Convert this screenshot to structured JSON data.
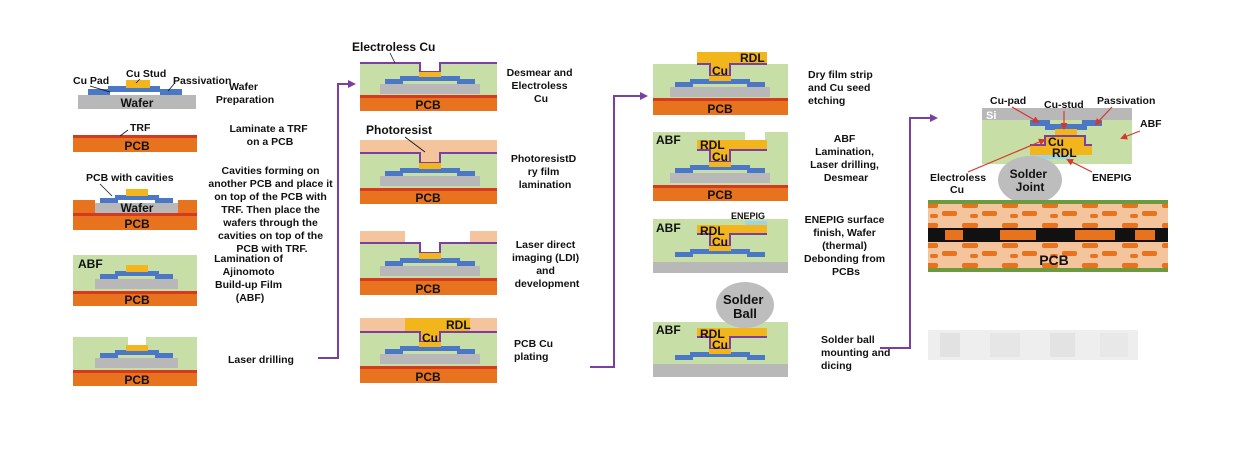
{
  "colors": {
    "pcb": "#e8731e",
    "trf": "#d63a1e",
    "abf": "#c7dea6",
    "wafer": "#b8b8b8",
    "pad": "#4a78c6",
    "stud": "#f2b61c",
    "photoresist": "#f4c49d",
    "seed": "#7a3fa0",
    "arrow": "#7a3fa0",
    "solder": "#bdbdbd",
    "callout": "#d8362a"
  },
  "col1": {
    "s1": {
      "cu_pad": "Cu Pad",
      "cu_stud": "Cu Stud",
      "passivation": "Passivation",
      "wafer": "Wafer",
      "caption": [
        "Wafer",
        "Preparation"
      ]
    },
    "s2": {
      "trf": "TRF",
      "pcb": "PCB",
      "caption": [
        "Laminate a TRF",
        "on a PCB"
      ]
    },
    "s3": {
      "pcb_cav": "PCB with cavities",
      "wafer": "Wafer",
      "pcb": "PCB",
      "caption": [
        "Cavities forming on",
        "another PCB and place it",
        "on top of the PCB with",
        "TRF. Then place the",
        "wafers through the",
        "cavities on top of the",
        "PCB with TRF."
      ]
    },
    "s4": {
      "abf": "ABF",
      "pcb": "PCB",
      "caption": [
        "Lamination of",
        "Ajinomoto",
        "Build-up Film",
        "(ABF)"
      ]
    },
    "s5": {
      "pcb": "PCB",
      "caption": [
        "Laser drilling"
      ]
    }
  },
  "col2": {
    "s1": {
      "electroless": "Electroless Cu",
      "pcb": "PCB",
      "caption": [
        "Desmear and",
        "Electroless",
        "Cu"
      ]
    },
    "s2": {
      "photoresist": "Photoresist",
      "pcb": "PCB",
      "caption": [
        "PhotoresistD",
        "ry film",
        "lamination"
      ]
    },
    "s3": {
      "pcb": "PCB",
      "caption": [
        "Laser direct",
        "imaging (LDI)",
        "and",
        "development"
      ]
    },
    "s4": {
      "rdl": "RDL",
      "cu": "Cu",
      "pcb": "PCB",
      "caption": [
        "PCB Cu",
        "plating"
      ]
    }
  },
  "col3": {
    "s1": {
      "rdl": "RDL",
      "cu": "Cu",
      "pcb": "PCB",
      "caption": [
        "Dry film strip",
        "and Cu seed",
        "etching"
      ]
    },
    "s2": {
      "abf": "ABF",
      "rdl": "RDL",
      "cu": "Cu",
      "pcb": "PCB",
      "caption": [
        "ABF",
        "Lamination,",
        "Laser drilling,",
        "Desmear"
      ]
    },
    "s3": {
      "abf": "ABF",
      "enepig": "ENEPIG",
      "rdl": "RDL",
      "cu": "Cu",
      "caption": [
        "ENEPIG surface",
        "finish, Wafer",
        "(thermal)",
        "Debonding from",
        "PCBs"
      ]
    },
    "s4": {
      "abf": "ABF",
      "solder_ball": [
        "Solder",
        "Ball"
      ],
      "rdl": "RDL",
      "cu": "Cu",
      "caption": [
        "Solder ball",
        "mounting and",
        "dicing"
      ]
    }
  },
  "col4": {
    "si": "Si",
    "cu_pad": "Cu-pad",
    "cu_stud": "Cu-stud",
    "passivation": "Passivation",
    "abf": "ABF",
    "cu": "Cu",
    "rdl": "RDL",
    "electroless": [
      "Electroless",
      "Cu"
    ],
    "enepig": "ENEPIG",
    "solder_joint": [
      "Solder",
      "Joint"
    ],
    "pcb": "PCB"
  }
}
